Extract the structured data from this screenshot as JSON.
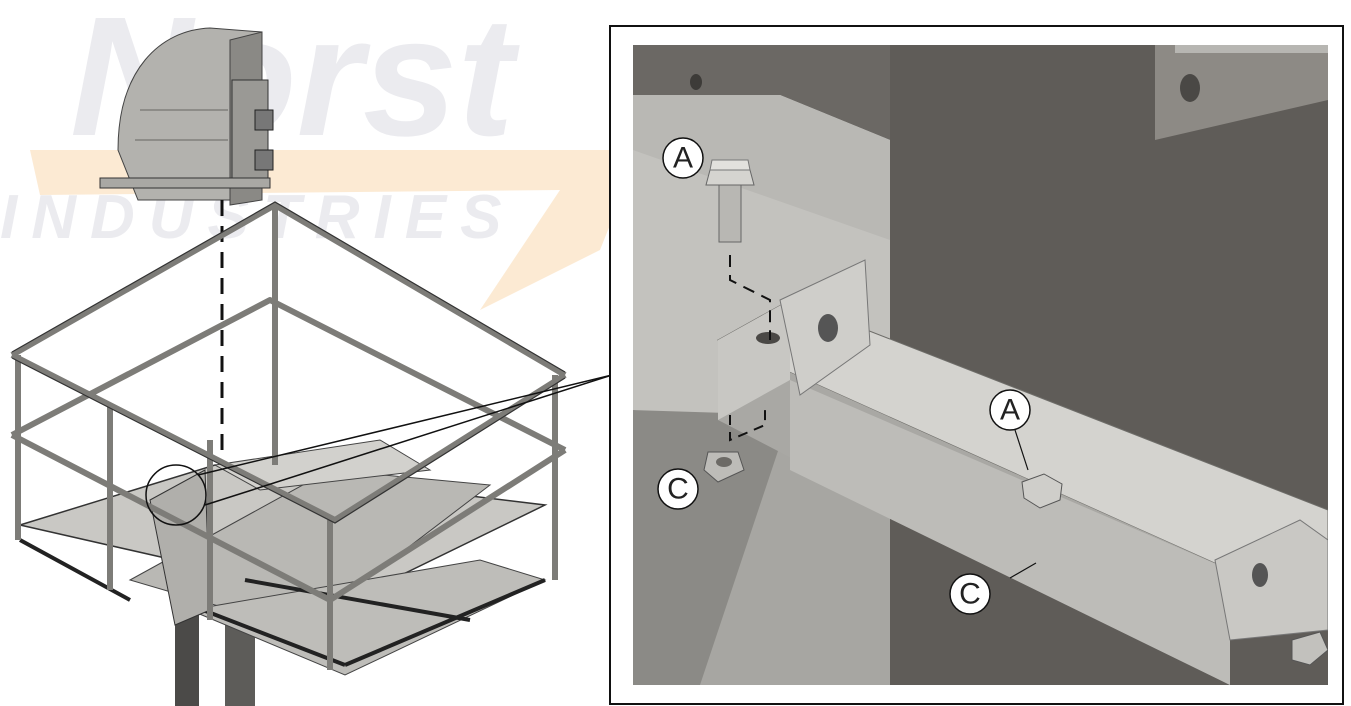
{
  "watermark": {
    "brand": "Norst",
    "subtitle": "INDUSTRIES"
  },
  "callouts": {
    "bolt_top": "A",
    "bolt_right": "A",
    "nut_left": "C",
    "nut_right": "C"
  },
  "colors": {
    "line": "#111111",
    "metal_light": "#c9c8c4",
    "metal_mid": "#a9a8a4",
    "metal_dark": "#5f5c58",
    "watermark_orange": "#fbe3c4"
  }
}
